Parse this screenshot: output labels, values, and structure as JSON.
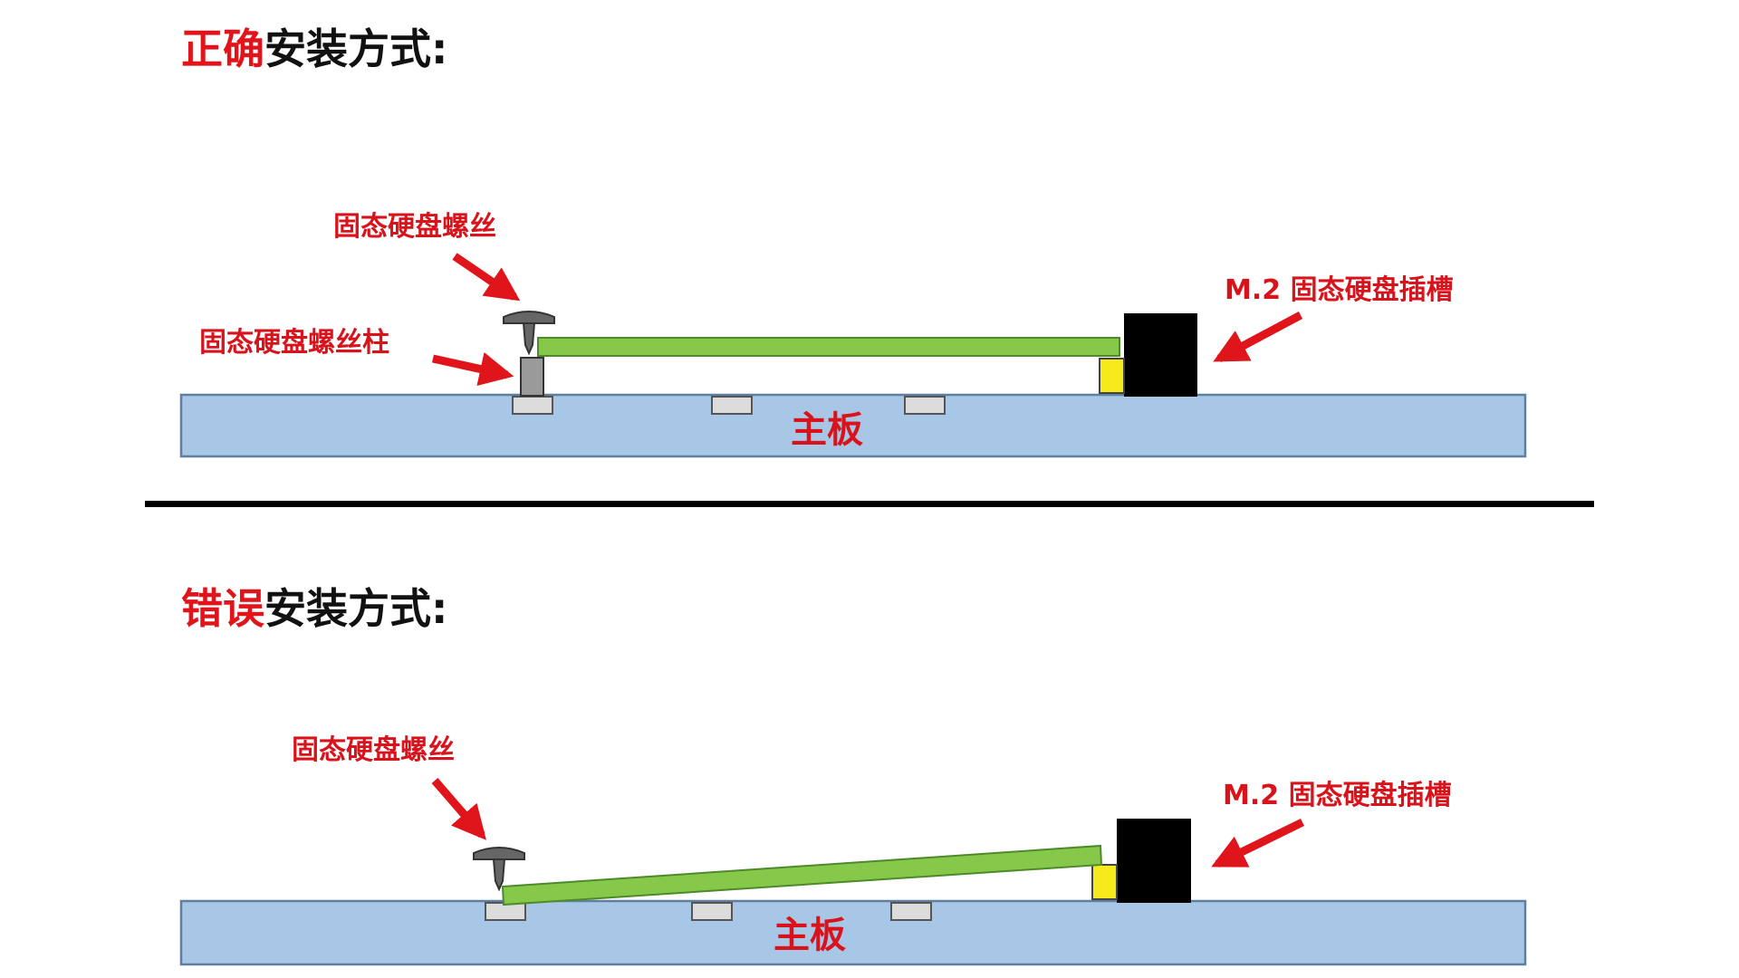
{
  "colors": {
    "title_accent": "#e1141c",
    "title_text": "#111111",
    "label_red": "#d9131b",
    "arrow_red": "#e0141b",
    "board_fill": "#a8c6e6",
    "board_edge": "#5f7f9f",
    "ssd_fill": "#86c84a",
    "ssd_edge": "#4e8a2a",
    "slot_fill": "#000000",
    "contact_fill": "#f5ea1a",
    "standoff_fill": "#9a9a9a",
    "screw_fill": "#666666",
    "pad_fill": "#dcdcdc",
    "divider": "#000000"
  },
  "sections": {
    "correct": {
      "title_prefix": "正确",
      "title_suffix": "安装方式:",
      "label_screw": "固态硬盘螺丝",
      "label_standoff": "固态硬盘螺丝柱",
      "label_slot": "M.2 固态硬盘插槽",
      "label_board": "主板"
    },
    "wrong": {
      "title_prefix": "错误",
      "title_suffix": "安装方式:",
      "label_screw": "固态硬盘螺丝",
      "label_slot": "M.2 固态硬盘插槽",
      "label_board": "主板"
    }
  },
  "icons": {
    "screw": "screw-icon",
    "arrow": "arrow-icon"
  }
}
